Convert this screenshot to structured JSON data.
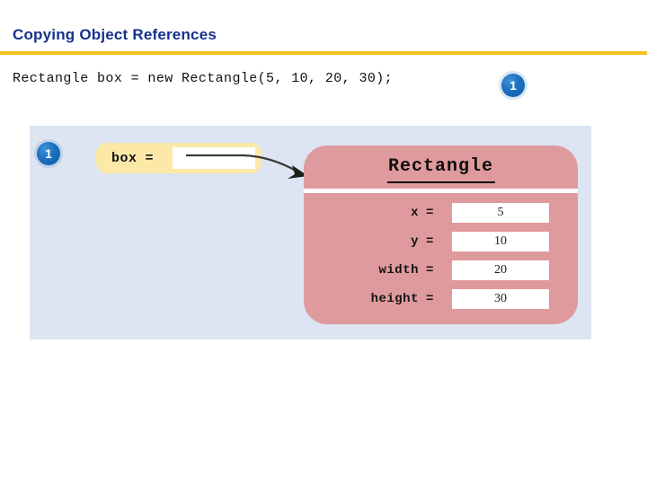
{
  "slide": {
    "title": "Copying Object References",
    "rule_color": "#F5C024",
    "title_color": "#16328C"
  },
  "code": {
    "line": "Rectangle box = new Rectangle(5, 10, 20, 30);",
    "step_badge": "1"
  },
  "diagram": {
    "panel_color": "#DDE4F2",
    "step_badge": "1",
    "variable": {
      "name": "box",
      "equals": "=",
      "value": "",
      "highlight_color": "#FCE9A8"
    },
    "arrow": {
      "name": "reference-arrow"
    },
    "object": {
      "type_name": "Rectangle",
      "card_color": "#DF9A9D",
      "fields": [
        {
          "label": "x",
          "equals": "=",
          "value": "5"
        },
        {
          "label": "y",
          "equals": "=",
          "value": "10"
        },
        {
          "label": "width",
          "equals": "=",
          "value": "20"
        },
        {
          "label": "height",
          "equals": "=",
          "value": "30"
        }
      ]
    }
  }
}
